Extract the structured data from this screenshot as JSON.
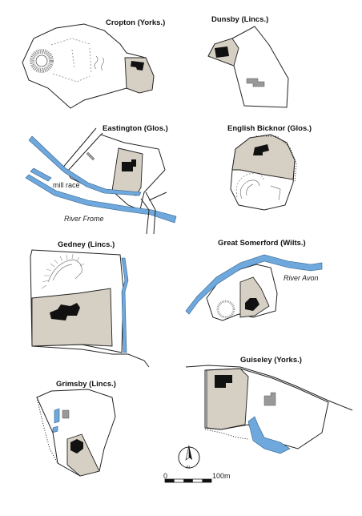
{
  "panels": {
    "cropton": {
      "title": "Cropton (Yorks.)"
    },
    "dunsby": {
      "title": "Dunsby (Lincs.)"
    },
    "eastington": {
      "title": "Eastington (Glos.)",
      "mill_race": "mill race",
      "river": "River Frome"
    },
    "english_bicknor": {
      "title": "English Bicknor (Glos.)"
    },
    "gedney": {
      "title": "Gedney (Lincs.)"
    },
    "great_somerford": {
      "title": "Great Somerford (Wilts.)",
      "river": "River Avon"
    },
    "guiseley": {
      "title": "Guiseley (Yorks.)"
    },
    "grimsby": {
      "title": "Grimsby (Lincs.)"
    }
  },
  "scale_bar": {
    "start": "0",
    "end": "100m"
  },
  "north_arrow": {
    "letter": "N"
  },
  "colors": {
    "enclosure": "#d6cfc3",
    "water": "#6fa8dc",
    "building": "#111111",
    "outbuilding": "#999999"
  }
}
